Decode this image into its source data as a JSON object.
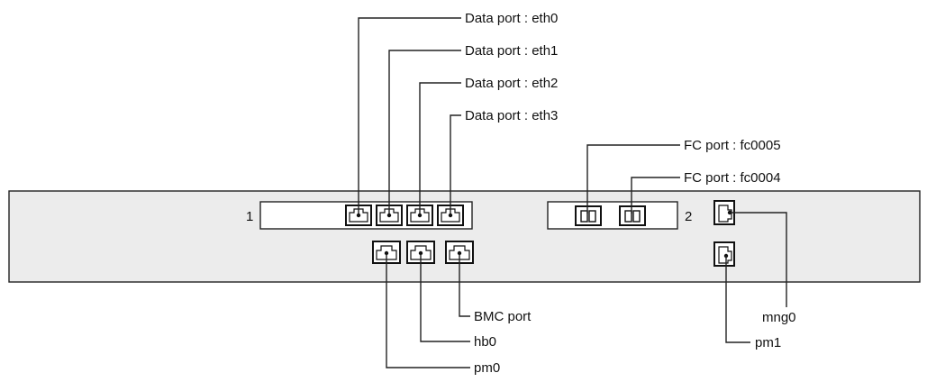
{
  "diagram": {
    "slot_numbers": {
      "slot1": "1",
      "slot2": "2"
    },
    "labels": {
      "eth0": "Data port : eth0",
      "eth1": "Data port : eth1",
      "eth2": "Data port : eth2",
      "eth3": "Data port : eth3",
      "fc0005": "FC port : fc0005",
      "fc0004": "FC port : fc0004",
      "bmc": "BMC port",
      "hb0": "hb0",
      "pm0": "pm0",
      "mng0": "mng0",
      "pm1": "pm1"
    }
  }
}
